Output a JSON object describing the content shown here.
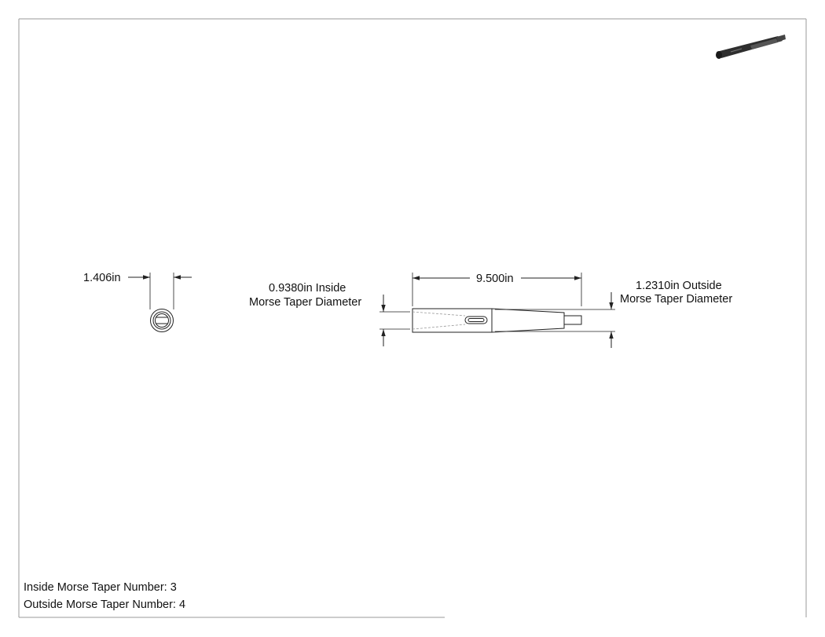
{
  "dimensions": {
    "end_view_diameter": "1.406in",
    "overall_length": "9.500in",
    "inside_diameter_line1": "0.9380in Inside",
    "inside_diameter_line2": "Morse Taper Diameter",
    "outside_diameter_line1": "1.2310in Outside",
    "outside_diameter_line2": "Morse Taper Diameter"
  },
  "notes": {
    "inside_taper": "Inside Morse Taper Number: 3",
    "outside_taper": "Outside Morse Taper Number: 4"
  },
  "colors": {
    "line": "#222222",
    "border": "#9a9a9a",
    "iso_body": "#3a3a3a"
  }
}
